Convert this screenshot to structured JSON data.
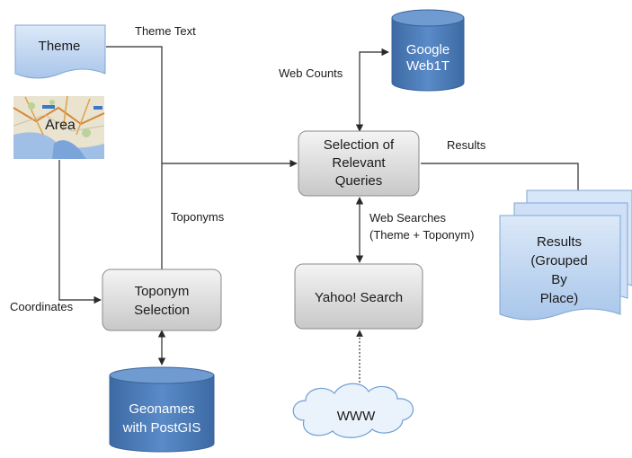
{
  "nodes": {
    "theme": "Theme",
    "area": "Area",
    "google": [
      "Google",
      "Web1T"
    ],
    "selection": [
      "Selection of",
      "Relevant",
      "Queries"
    ],
    "toponym_selection": [
      "Toponym",
      "Selection"
    ],
    "yahoo": "Yahoo! Search",
    "geonames": [
      "Geonames",
      "with PostGIS"
    ],
    "www": "WWW",
    "results_doc": [
      "Results",
      "(Grouped",
      "By",
      "Place)"
    ]
  },
  "edges": {
    "theme_text": "Theme Text",
    "web_counts": "Web Counts",
    "results": "Results",
    "toponyms": "Toponyms",
    "web_searches": [
      "Web Searches",
      "(Theme + Toponym)"
    ],
    "coordinates": "Coordinates"
  },
  "colors": {
    "database_fill": "#4f81bd",
    "database_top": "#3f6ea8",
    "document_fill": "#c6dbf5",
    "process_fill": "#e3e3e3",
    "cloud_fill": "#eaf2fb",
    "cloud_stroke": "#6f9ed4"
  }
}
